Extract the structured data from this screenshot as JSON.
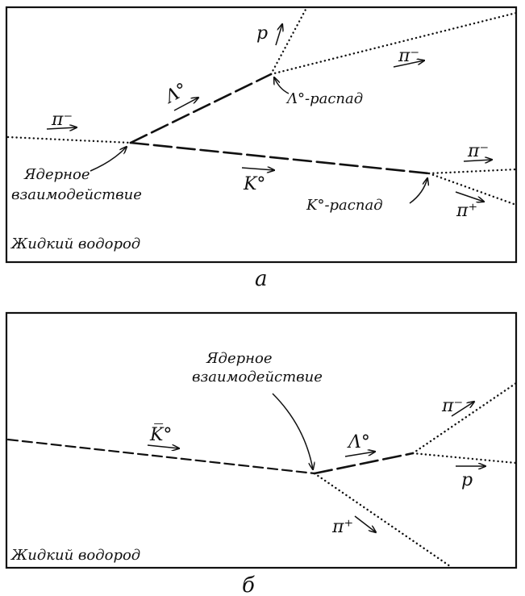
{
  "panel_a": {
    "letter": "а",
    "medium": "Жидкий водород",
    "labels": {
      "pi_minus_in": "π⁻",
      "lambda0": "Λ°",
      "k0": "K°",
      "p": "p",
      "pi_minus_lambda": "π⁻",
      "pi_minus_k": "π⁻",
      "pi_plus_k": "π⁺"
    },
    "notes": {
      "interaction_line1": "Ядерное",
      "interaction_line2": "взаимодействие",
      "lambda_decay": "Λ°-распад",
      "k_decay": "K°-распад"
    }
  },
  "panel_b": {
    "letter": "б",
    "medium": "Жидкий водород",
    "labels": {
      "k0bar": "K̅°",
      "lambda0": "Λ°",
      "pi_minus": "π⁻",
      "p": "p",
      "pi_plus": "π⁺"
    },
    "notes": {
      "interaction_line1": "Ядерное",
      "interaction_line2": "взаимодействие"
    }
  }
}
